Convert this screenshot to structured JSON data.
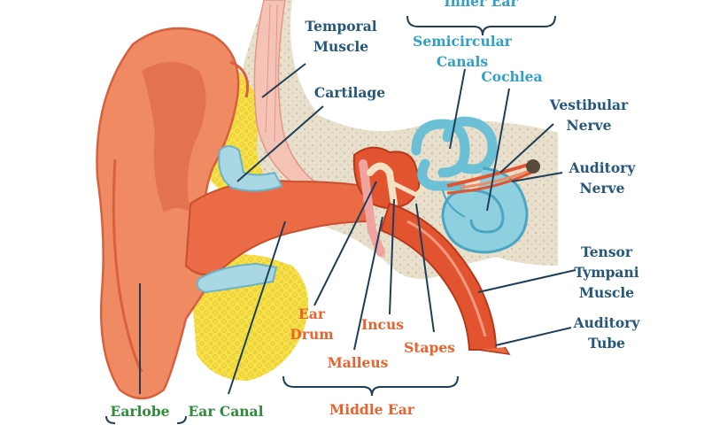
{
  "labels": {
    "inner_ear": "Inner Ear",
    "temporal_muscle_1": "Temporal",
    "temporal_muscle_2": "Muscle",
    "cartilage": "Cartilage",
    "semicircular_1": "Semicircular",
    "semicircular_2": "Canals",
    "cochlea": "Cochlea",
    "vestibular_1": "Vestibular",
    "vestibular_2": "Nerve",
    "auditory_nerve_1": "Auditory",
    "auditory_nerve_2": "Nerve",
    "tensor_1": "Tensor",
    "tensor_2": "Tympani",
    "tensor_3": "Muscle",
    "auditory_tube_1": "Auditory",
    "auditory_tube_2": "Tube",
    "ear_drum_1": "Ear",
    "ear_drum_2": "Drum",
    "incus": "Incus",
    "stapes": "Stapes",
    "malleus": "Malleus",
    "middle_ear": "Middle Ear",
    "earlobe": "Earlobe",
    "ear_canal": "Ear Canal"
  },
  "colors": {
    "outer_ear": "#f08a63",
    "outer_ear_dark": "#d8603f",
    "bone": "#e8dfcc",
    "fat": "#f7e14a",
    "inner_ear_blue": "#6cc0d6",
    "middle_ear_red": "#e2542f",
    "label_navy": "#24577a",
    "label_blue": "#2fa0c9",
    "label_orange": "#e8632e",
    "label_green": "#2e8b3a"
  }
}
